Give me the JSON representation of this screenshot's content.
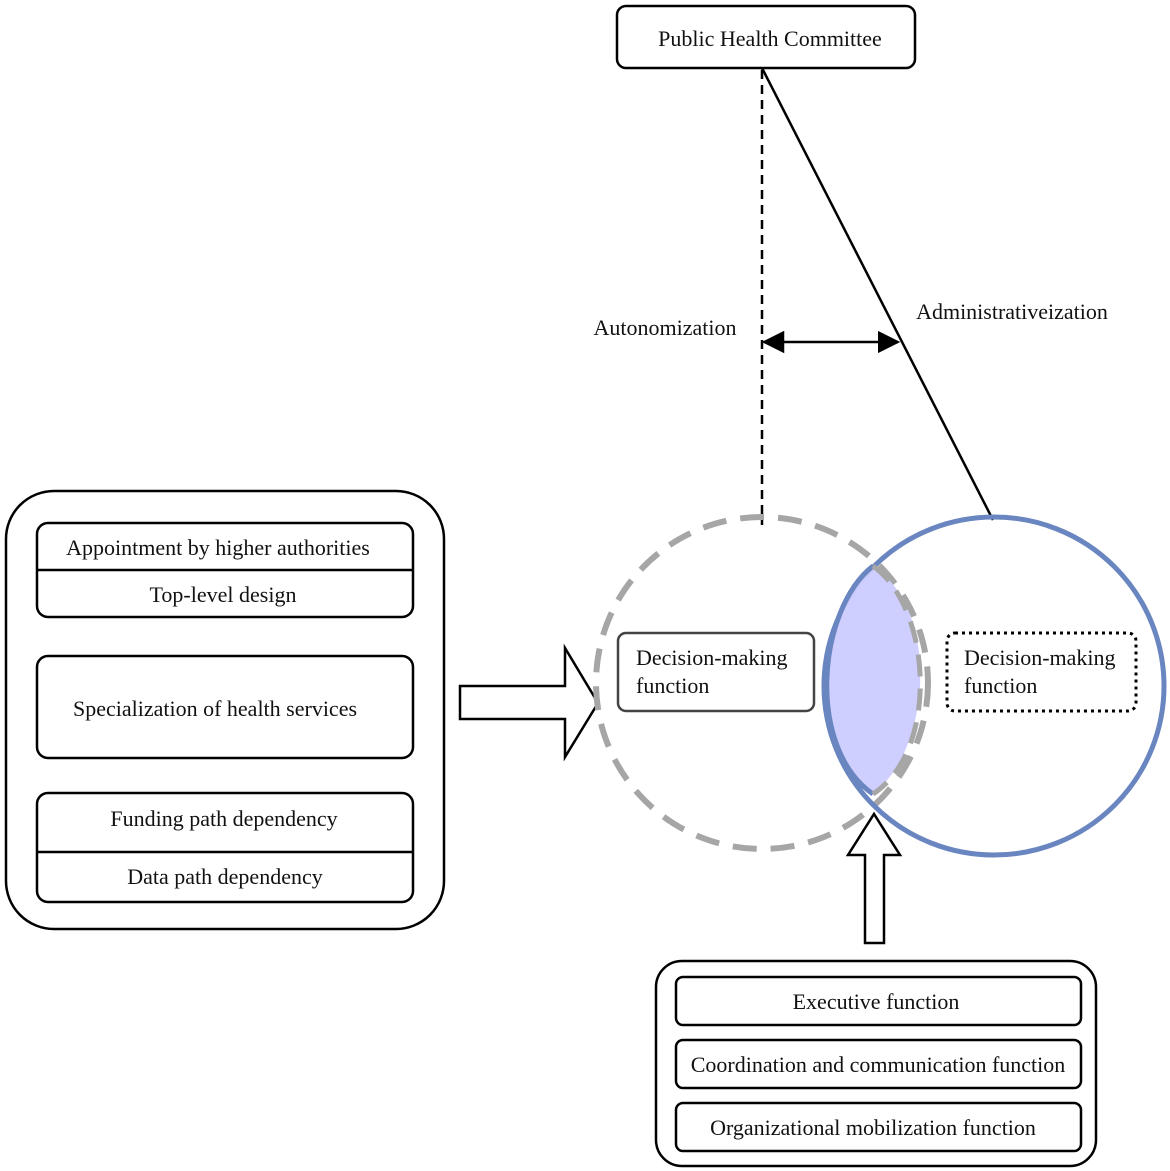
{
  "top_box": {
    "label": "Public Health Committee"
  },
  "labels": {
    "autonomization": "Autonomization",
    "administrativeization": "Administrativeization"
  },
  "left_group": {
    "top_pair": [
      "Appointment by higher authorities",
      "Top-level design"
    ],
    "middle": "Specialization of health services",
    "bottom_pair": [
      "Funding path dependency",
      "Data path dependency"
    ]
  },
  "left_circle_box": {
    "line1": "Decision-making",
    "line2": "function"
  },
  "right_circle_box": {
    "line1": "Decision-making",
    "line2": "function"
  },
  "bottom_group": {
    "items": [
      "Executive function",
      "Coordination and communication function",
      "Organizational mobilization function"
    ]
  },
  "colors": {
    "right_circle_stroke": "#6a86c0",
    "overlap_fill": "#ccccff",
    "dashed_circle_stroke": "#a6a6a6"
  }
}
